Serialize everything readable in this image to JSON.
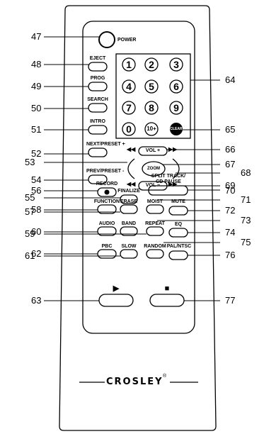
{
  "buttons": {
    "power": "POWER",
    "eject": "EJECT",
    "prog": "PROG",
    "search": "SEARCH",
    "intro": "INTRO",
    "next_preset": "NEXT/PRESET +",
    "prev_preset": "PREV/PRESET -",
    "vol_up": "VOL +",
    "zoom": "ZOOM",
    "vol_down": "VOL −",
    "record": "RECORD",
    "finalize": "FINALIZE",
    "split_track_1": "SPLIT TRACK/",
    "split_track_2": "CD PAUSE",
    "function": "FUNCTION",
    "erase": "ERASE",
    "moist": "MOIST",
    "mute": "MUTE",
    "audio": "AUDIO",
    "band": "BAND",
    "repeat": "REPEAT",
    "eq": "EQ",
    "pbc": "PBC",
    "slow": "SLOW",
    "random": "RANDOM",
    "pal_ntsc": "PAL/NTSC",
    "clear": "CLEAR"
  },
  "numpad": [
    "1",
    "2",
    "3",
    "4",
    "5",
    "6",
    "7",
    "8",
    "9",
    "0",
    "10+"
  ],
  "transport": {
    "play_symbol": "▶",
    "stop_symbol": "■",
    "rew": "◀◀",
    "ff": "▶▶"
  },
  "brand": "CROSLEY",
  "trademark": "®",
  "callouts": {
    "c47": "47",
    "c48": "48",
    "c49": "49",
    "c50": "50",
    "c51": "51",
    "c52": "52",
    "c53": "53",
    "c54": "54",
    "c55": "55",
    "c56": "56",
    "c57": "57",
    "c58": "58",
    "c59": "59",
    "c60": "60",
    "c61": "61",
    "c62": "62",
    "c63": "63",
    "c64": "64",
    "c65": "65",
    "c66": "66",
    "c67": "67",
    "c68": "68",
    "c69": "69",
    "c70": "70",
    "c71": "71",
    "c72": "72",
    "c73": "73",
    "c74": "74",
    "c75": "75",
    "c76": "76",
    "c77": "77"
  }
}
